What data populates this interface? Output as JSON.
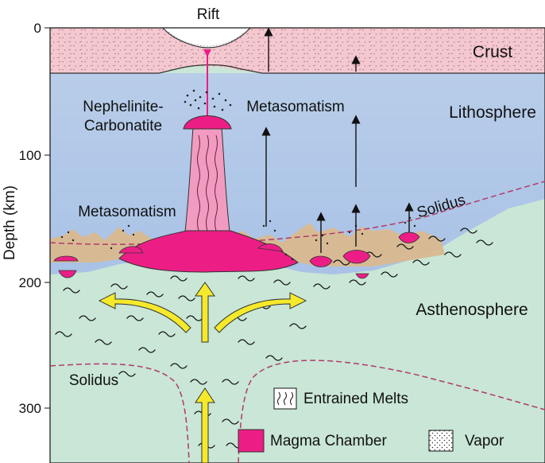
{
  "axis": {
    "label": "Depth (km)",
    "ticks": [
      "0",
      "100",
      "200",
      "300"
    ]
  },
  "labels": {
    "rift": "Rift",
    "crust": "Crust",
    "lithosphere": "Lithosphere",
    "nephelinite_line1": "Nephelinite-",
    "nephelinite_line2": "Carbonatite",
    "metasomatism_upper": "Metasomatism",
    "metasomatism_left": "Metasomatism",
    "solidus_upper": "Solidus",
    "solidus_lower": "Solidus",
    "asthenosphere": "Asthenosphere"
  },
  "legend": {
    "entrained_melts": "Entrained Melts",
    "magma_chamber": "Magma Chamber",
    "vapor": "Vapor"
  },
  "colors": {
    "crust": "#f5c8d0",
    "lithosphere": "#b8cde9",
    "asthenosphere": "#c9e6d6",
    "magma": "#ec1e86",
    "conduit": "#f29bc0",
    "arrow": "#f5e92b",
    "solidus": "#b03a6a",
    "peaks": "#d9b98f"
  }
}
